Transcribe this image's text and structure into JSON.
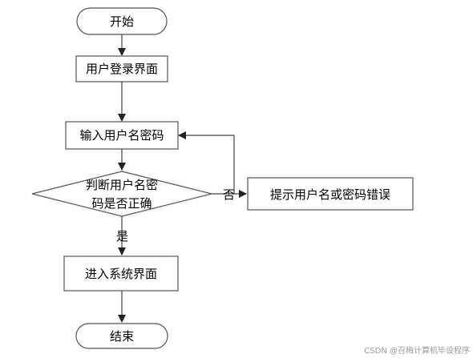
{
  "flowchart": {
    "start": "开始",
    "login_page": "用户登录界面",
    "input": "输入用户名密码",
    "decision_line1": "判断用户名密",
    "decision_line2": "码是否正确",
    "error_msg": "提示用户名或密码错误",
    "enter_system": "进入系统界面",
    "end": "结束",
    "label_yes": "是",
    "label_no": "否"
  },
  "watermark": "CSDN @召梅计算机毕设程序",
  "colors": {
    "stroke": "#4a4a4a",
    "text": "#000000"
  }
}
